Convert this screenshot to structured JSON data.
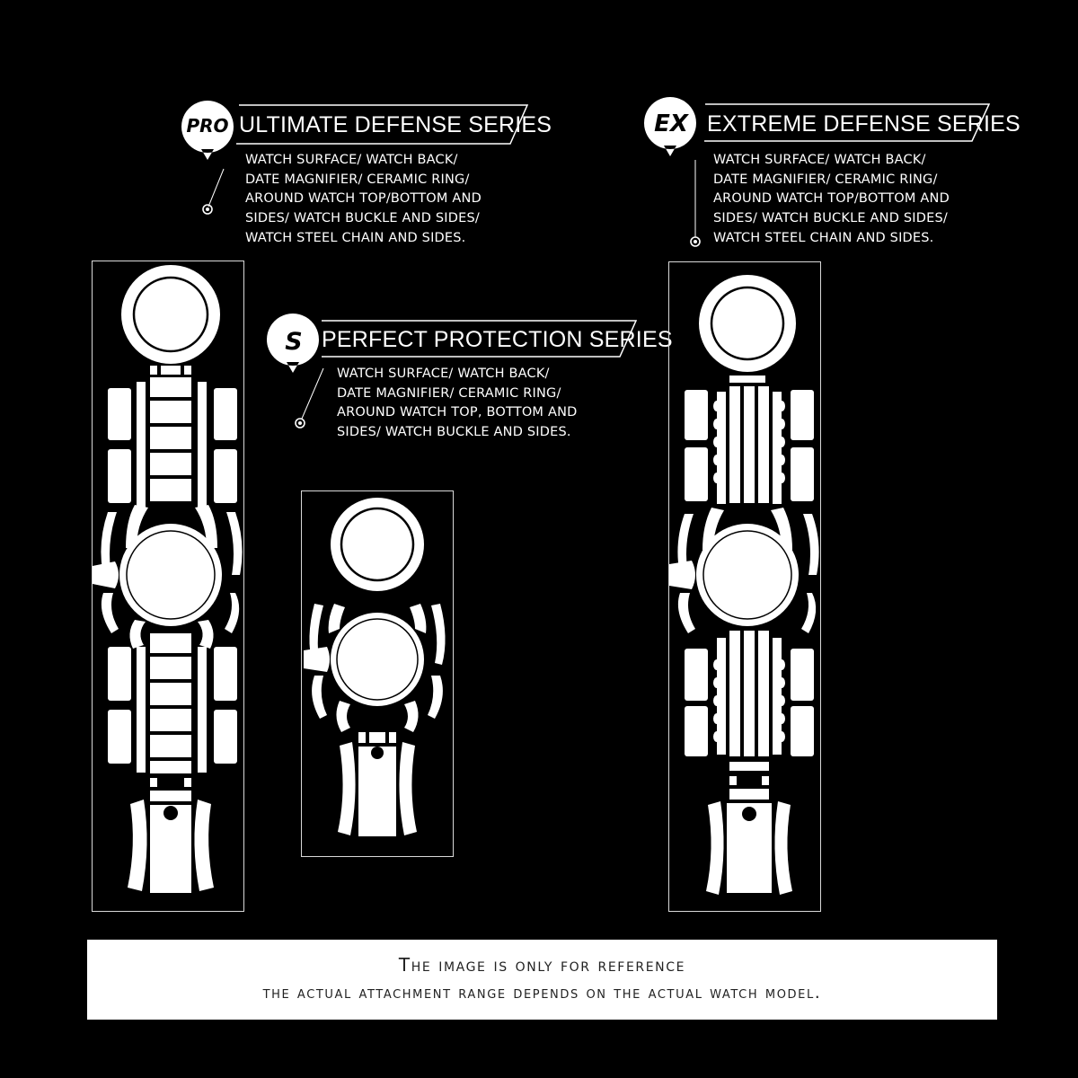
{
  "series": [
    {
      "id": "pro",
      "badge": "PRO",
      "title": "ULTIMATE DEFENSE SERIES",
      "description": [
        "WATCH SURFACE/ WATCH BACK/",
        "DATE MAGNIFIER/ CERAMIC RING/",
        "AROUND WATCH TOP/BOTTOM AND",
        "SIDES/ WATCH BUCKLE AND SIDES/",
        "WATCH STEEL CHAIN AND SIDES."
      ]
    },
    {
      "id": "s",
      "badge": "S",
      "title": "PERFECT PROTECTION SERIES",
      "description": [
        "WATCH SURFACE/ WATCH BACK/",
        "DATE MAGNIFIER/ CERAMIC RING/",
        "AROUND WATCH TOP, BOTTOM AND",
        "SIDES/ WATCH BUCKLE AND SIDES."
      ]
    },
    {
      "id": "ex",
      "badge": "EX",
      "title": "EXTREME DEFENSE SERIES",
      "description": [
        "WATCH SURFACE/ WATCH BACK/",
        "DATE MAGNIFIER/ CERAMIC RING/",
        "AROUND WATCH TOP/BOTTOM AND",
        "SIDES/ WATCH BUCKLE AND SIDES/",
        "WATCH STEEL CHAIN AND SIDES."
      ]
    }
  ],
  "notice": {
    "line1": "The image is only for reference",
    "line2": "the actual attachment range depends on the actual watch model."
  },
  "colors": {
    "background": "#000000",
    "foreground": "#ffffff",
    "panel_border": "#d9d9d9",
    "notice_text": "#222222"
  }
}
